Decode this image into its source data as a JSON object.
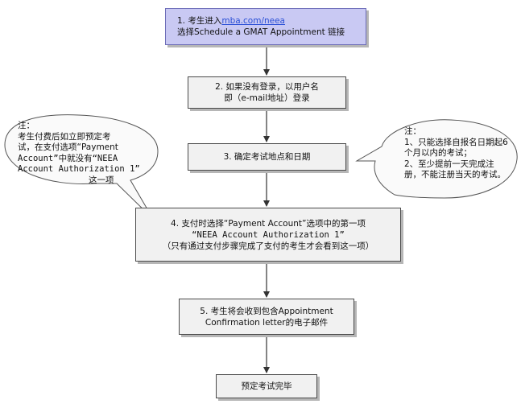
{
  "step1": {
    "prefix": "1. 考生进入",
    "link": "mba.com/neea",
    "line2": "选择Schedule a GMAT Appointment 链接"
  },
  "step2": {
    "line1": "2. 如果没有登录，以用户名",
    "line2": "即（e-mail地址）登录"
  },
  "step3": {
    "line1": "3. 确定考试地点和日期"
  },
  "step4": {
    "line1": "4. 支付时选择“Payment Account”选项中的第一项",
    "line2": "“NEEA Account  Authorization 1”",
    "line3": "（只有通过支付步骤完成了支付的考生才会看到这一项）"
  },
  "step5": {
    "line1": "5. 考生将会收到包含Appointment",
    "line2": "Confirmation letter的电子邮件"
  },
  "final": {
    "label": "预定考试完毕"
  },
  "note_left": {
    "line1": "注：",
    "line2": "考生付费后如立即预定考",
    "line3": "试，在支付选项“Payment",
    "line4": "Account”中就没有“NEEA",
    "line5": "Account Authorization 1”",
    "line6": "这一项"
  },
  "note_right": {
    "line1": "注：",
    "line2": "1、只能选择自报名日期起6",
    "line3": "个月以内的考试；",
    "line4": "2、至少提前一天完成注",
    "line5": "册，不能注册当天的考试。"
  },
  "colors": {
    "step1_fill": "#c9c9f3",
    "box_fill": "#f1f1f1",
    "shadow": "#b6b6b6",
    "line": "#333333"
  }
}
